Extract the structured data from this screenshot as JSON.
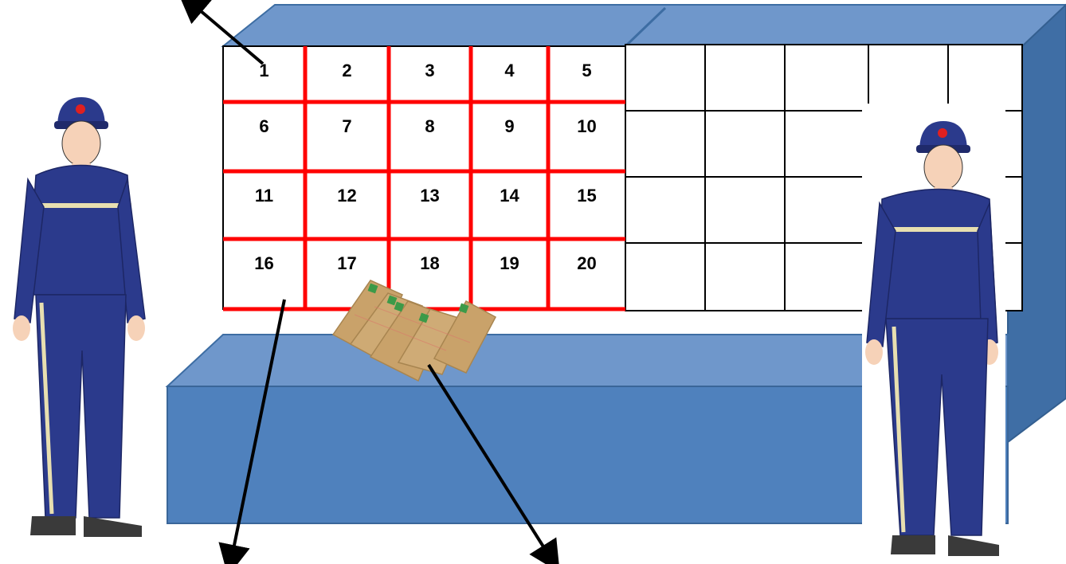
{
  "sorting_case": {
    "numbered_slots": [
      "1",
      "2",
      "3",
      "4",
      "5",
      "6",
      "7",
      "8",
      "9",
      "10",
      "11",
      "12",
      "13",
      "14",
      "15",
      "16",
      "17",
      "18",
      "19",
      "20"
    ],
    "unnumbered_slot_count": 20,
    "divider_color_highlighted": "#ff0000",
    "divider_color_plain": "#000000",
    "case_color": "#4f81bd",
    "case_top_color": "#6f97cb"
  },
  "figures": {
    "left": "postal-worker",
    "right": "postal-worker",
    "uniform_color": "#2b3a8c",
    "cap_badge": "post-office-mark"
  },
  "mail_bundle": {
    "kind": "envelopes",
    "color": "#c9a26a",
    "stamp_color": "#3c9a48"
  },
  "arrows": [
    {
      "name": "arrow-top-left"
    },
    {
      "name": "arrow-from-slot-row"
    },
    {
      "name": "arrow-from-mail-bundle"
    }
  ]
}
